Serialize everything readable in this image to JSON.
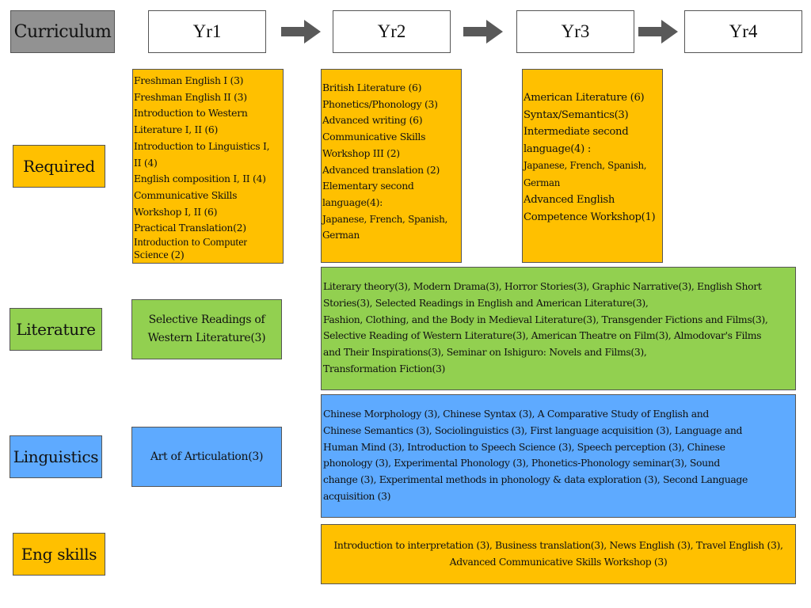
{
  "header": {
    "curriculum_label": "Curriculum",
    "years": [
      "Yr1",
      "Yr2",
      "Yr3",
      "Yr4"
    ],
    "arrow_icon": "right-arrow-icon"
  },
  "categories": {
    "required": "Required",
    "literature": "Literature",
    "linguistics": "Linguistics",
    "eng_skills": "Eng skills"
  },
  "required": {
    "yr1": [
      "Freshman English I (3)",
      "Freshman English II (3)",
      "Introduction to Western",
      "Literature I, II (6)",
      "Introduction to Linguistics I,",
      "II (4)",
      "English composition I, II (4)",
      "Communicative Skills",
      "Workshop I, II (6)",
      "Practical Translation(2)",
      "Introduction to Computer",
      "Science (2)"
    ],
    "yr2": [
      "British Literature (6)",
      "Phonetics/Phonology (3)",
      "Advanced writing (6)",
      "Communicative Skills",
      "Workshop III (2)",
      "Advanced translation (2)",
      "Elementary second",
      "language(4):",
      "Japanese, French, Spanish,",
      "German"
    ],
    "yr3": [
      "American Literature (6)",
      "Syntax/Semantics(3)",
      "Intermediate second",
      "language(4) :",
      "Japanese, French, Spanish,",
      "German",
      "Advanced English",
      "Competence Workshop(1)"
    ]
  },
  "literature": {
    "yr1": [
      "Selective Readings of",
      "Western Literature(3)"
    ],
    "electives": [
      "Literary theory(3), Modern Drama(3), Horror Stories(3), Graphic Narrative(3), English Short",
      "Stories(3), Selected Readings in English and American Literature(3),",
      "Fashion, Clothing, and the Body in Medieval Literature(3), Transgender Fictions and Films(3),",
      "Selective Reading of Western Literature(3), American Theatre on Film(3), Almodovar's Films",
      "and Their Inspirations(3), Seminar on Ishiguro: Novels and Films(3),",
      "Transformation Fiction(3)"
    ]
  },
  "linguistics": {
    "yr1": "Art of Articulation(3)",
    "electives": [
      "Chinese Morphology (3), Chinese Syntax (3), A Comparative Study of English and",
      "Chinese Semantics (3), Sociolinguistics (3), First language acquisition (3), Language and",
      "Human Mind (3), Introduction to Speech Science (3), Speech perception (3), Chinese",
      "phonology (3), Experimental Phonology (3), Phonetics-Phonology seminar(3), Sound",
      "change (3), Experimental methods in phonology & data exploration (3), Second Language",
      "acquisition (3)"
    ]
  },
  "eng_skills": {
    "electives": [
      "Introduction to interpretation (3), Business translation(3), News English (3), Travel English (3),",
      "Advanced Communicative Skills Workshop (3)"
    ]
  },
  "colors": {
    "header_gray": "#929292",
    "required_orange": "#ffc000",
    "literature_green": "#92d050",
    "linguistics_blue": "#5eaaff",
    "arrow_gray": "#595959"
  }
}
